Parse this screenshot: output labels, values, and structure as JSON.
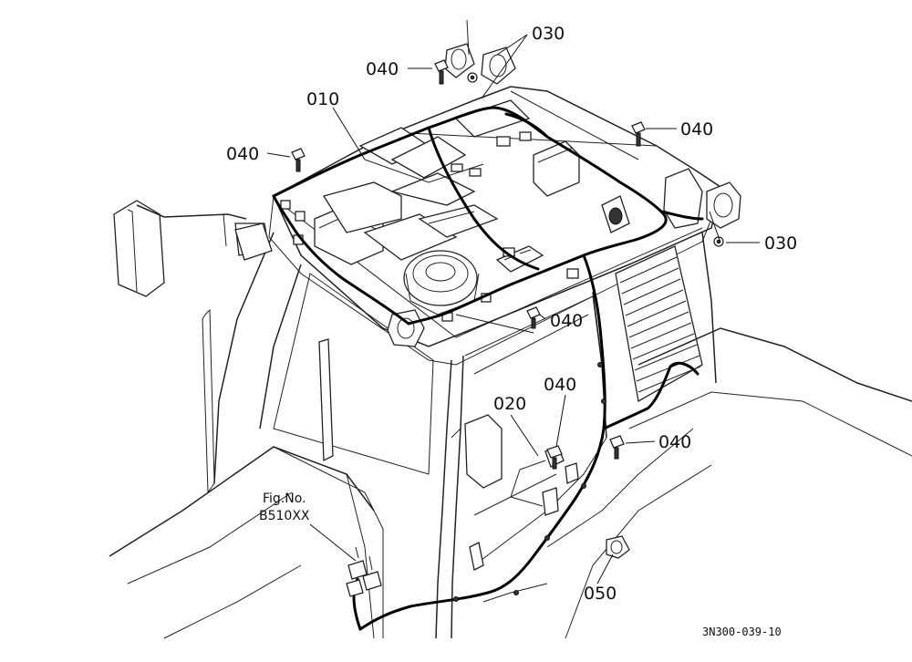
{
  "diagram": {
    "callouts": [
      {
        "id": "c-030-top",
        "text": "030"
      },
      {
        "id": "c-040-top",
        "text": "040"
      },
      {
        "id": "c-010",
        "text": "010"
      },
      {
        "id": "c-040-right",
        "text": "040"
      },
      {
        "id": "c-040-left",
        "text": "040"
      },
      {
        "id": "c-030-right",
        "text": "030"
      },
      {
        "id": "c-040-center",
        "text": "040"
      },
      {
        "id": "c-040-lower",
        "text": "040"
      },
      {
        "id": "c-020",
        "text": "020"
      },
      {
        "id": "c-040-lowright",
        "text": "040"
      },
      {
        "id": "c-050",
        "text": "050"
      }
    ],
    "figure_ref": {
      "line1": "Fig.No.",
      "line2": "B510XX"
    },
    "drawing_number": "3N300-039-10"
  }
}
